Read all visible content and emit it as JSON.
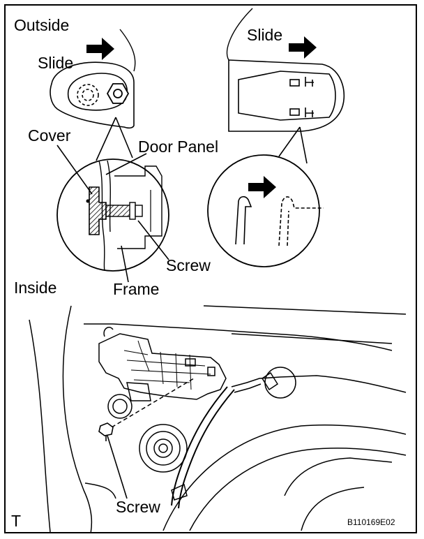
{
  "labels": {
    "outside": "Outside",
    "slide_left": "Slide",
    "slide_right": "Slide",
    "cover": "Cover",
    "door_panel": "Door Panel",
    "screw_upper": "Screw",
    "frame": "Frame",
    "inside": "Inside",
    "screw_lower": "Screw",
    "corner_mark": "T",
    "figure_code": "B110169E02"
  },
  "icons": {
    "slide_arrow": "arrow-right-icon"
  },
  "colors": {
    "ink": "#000000",
    "paper": "#ffffff"
  }
}
